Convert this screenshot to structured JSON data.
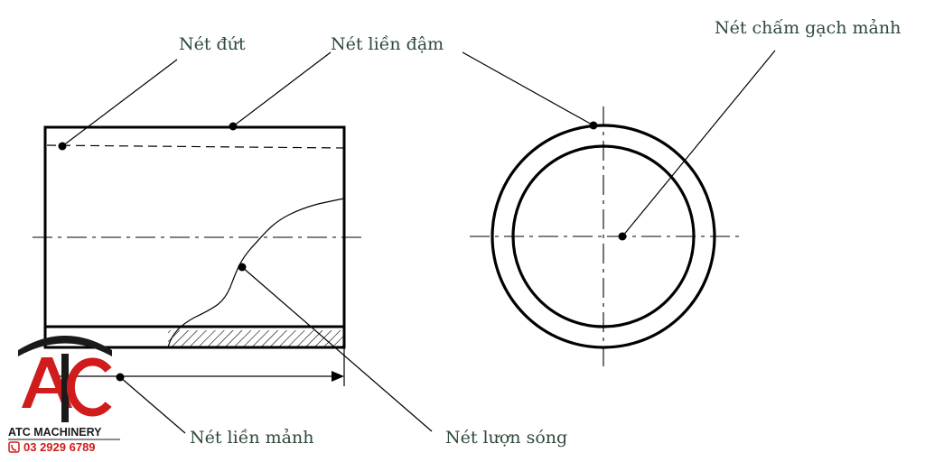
{
  "labels": {
    "dashed": "Nét đứt",
    "thick_continuous": "Nét liền đậm",
    "thin_chain": "Nét chấm gạch mảnh",
    "thin_continuous": "Nét liền mảnh",
    "wavy": "Nét lượn sóng"
  },
  "logo": {
    "company": "ATC MACHINERY",
    "phone": "03 2929 6789",
    "phone_icon": "phone-icon",
    "brand_color": "#d01c1c",
    "dark_color": "#1a1a1a"
  },
  "colors": {
    "line": "#000000",
    "label_text": "#2e4a3a"
  }
}
